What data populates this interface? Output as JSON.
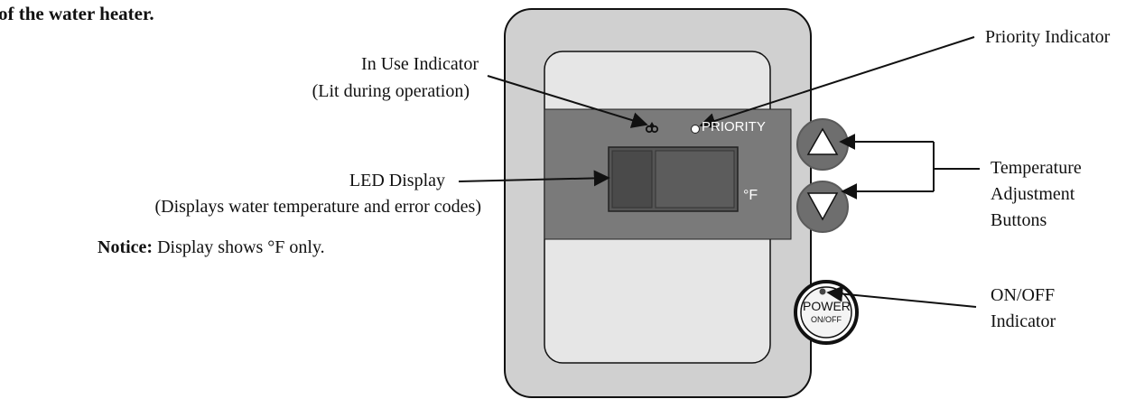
{
  "heading": "of the water heater.",
  "panel": {
    "priority_text": "PRIORITY",
    "unit_text": "°F",
    "power_label": "POWER",
    "power_sub": "ON/OFF"
  },
  "callouts": {
    "in_use": {
      "title": "In Use Indicator",
      "note": "(Lit during operation)"
    },
    "priority": {
      "title": "Priority Indicator"
    },
    "led": {
      "title": "LED Display",
      "note": "(Displays water temperature and error codes)"
    },
    "notice": {
      "label": "Notice:",
      "text": "Display shows °F only."
    },
    "temp_buttons": {
      "line1": "Temperature",
      "line2": "Adjustment",
      "line3": "Buttons"
    },
    "onoff": {
      "line1": "ON/OFF",
      "line2": "Indicator"
    }
  }
}
